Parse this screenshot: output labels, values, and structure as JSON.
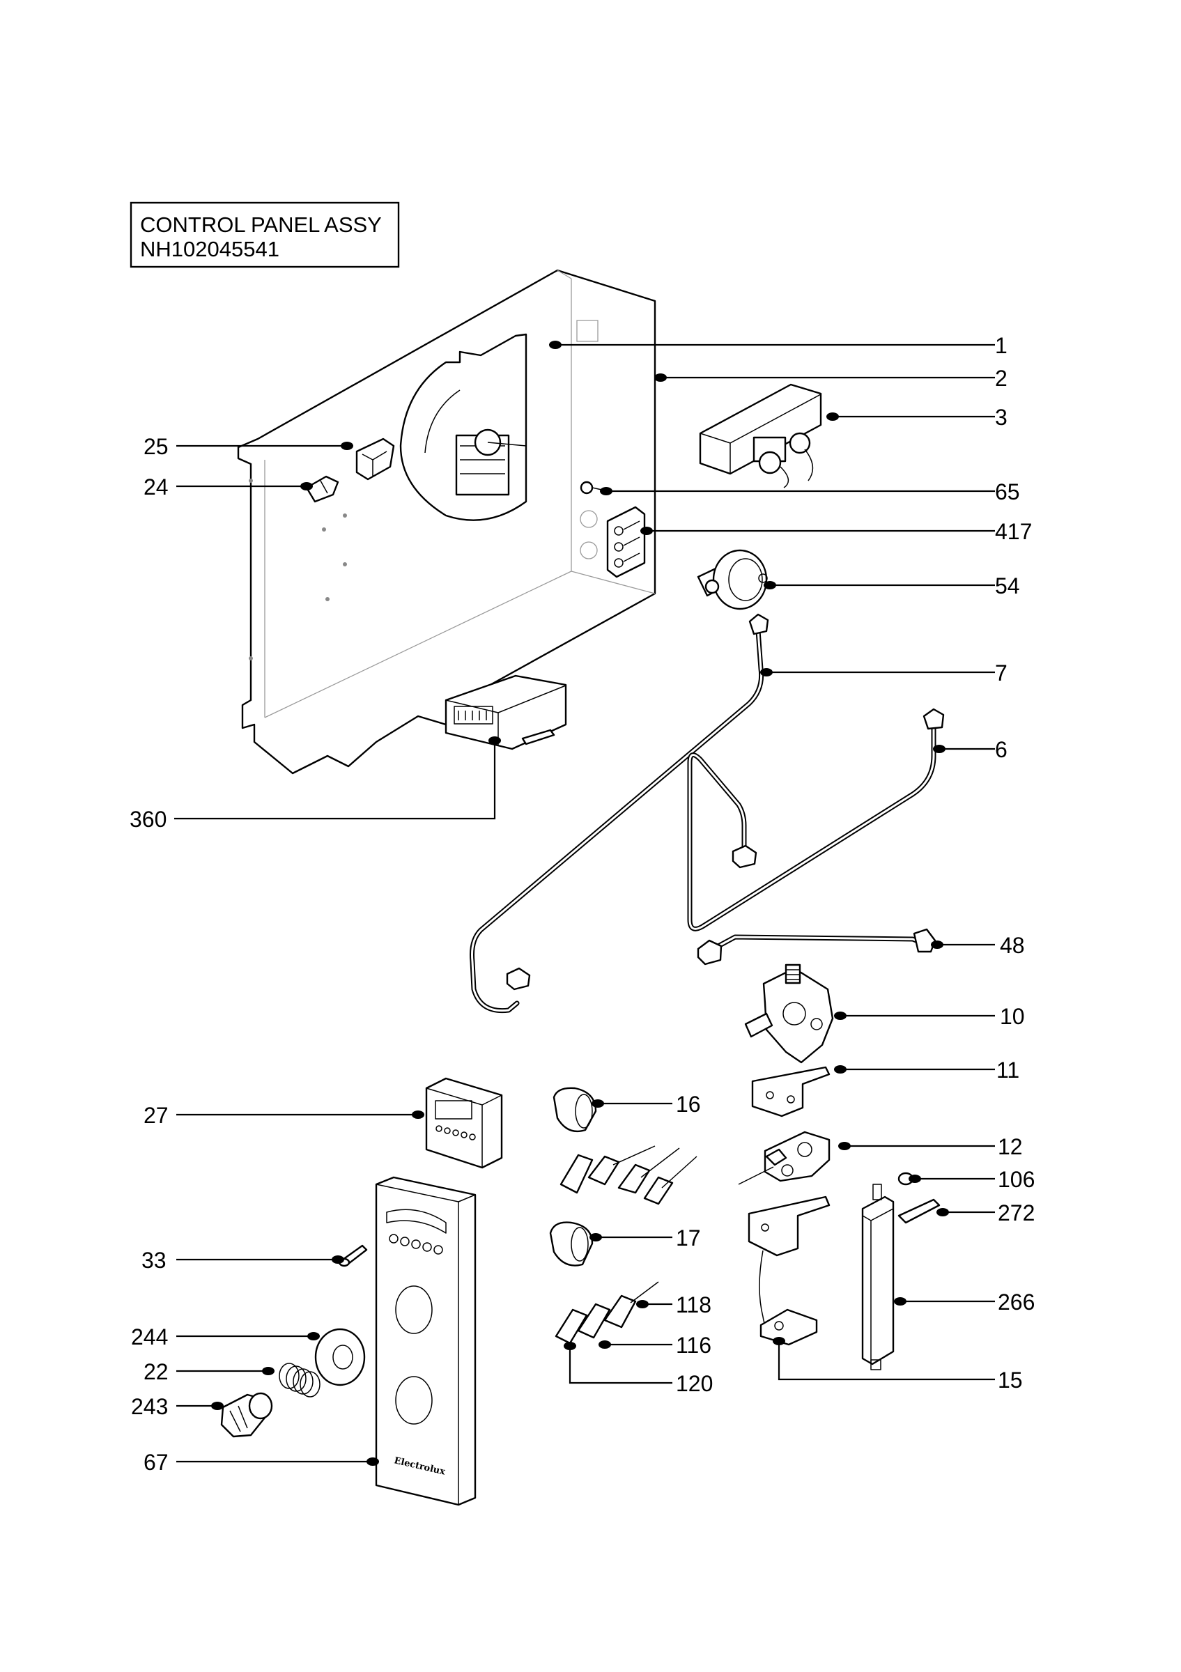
{
  "title_box": {
    "line1": "CONTROL PANEL ASSY",
    "line2": "NH102045541"
  },
  "brand_text": "Electrolux",
  "callouts": [
    {
      "id": "1",
      "label": "1"
    },
    {
      "id": "2",
      "label": "2"
    },
    {
      "id": "3",
      "label": "3"
    },
    {
      "id": "65",
      "label": "65"
    },
    {
      "id": "417",
      "label": "417"
    },
    {
      "id": "54",
      "label": "54"
    },
    {
      "id": "7",
      "label": "7"
    },
    {
      "id": "6",
      "label": "6"
    },
    {
      "id": "48",
      "label": "48"
    },
    {
      "id": "10",
      "label": "10"
    },
    {
      "id": "11",
      "label": "11"
    },
    {
      "id": "12",
      "label": "12"
    },
    {
      "id": "106",
      "label": "106"
    },
    {
      "id": "272",
      "label": "272"
    },
    {
      "id": "266",
      "label": "266"
    },
    {
      "id": "15",
      "label": "15"
    },
    {
      "id": "25",
      "label": "25"
    },
    {
      "id": "24",
      "label": "24"
    },
    {
      "id": "360",
      "label": "360"
    },
    {
      "id": "27",
      "label": "27"
    },
    {
      "id": "33",
      "label": "33"
    },
    {
      "id": "244",
      "label": "244"
    },
    {
      "id": "22",
      "label": "22"
    },
    {
      "id": "243",
      "label": "243"
    },
    {
      "id": "67",
      "label": "67"
    },
    {
      "id": "16",
      "label": "16"
    },
    {
      "id": "17",
      "label": "17"
    },
    {
      "id": "118",
      "label": "118"
    },
    {
      "id": "116",
      "label": "116"
    },
    {
      "id": "120",
      "label": "120"
    }
  ]
}
